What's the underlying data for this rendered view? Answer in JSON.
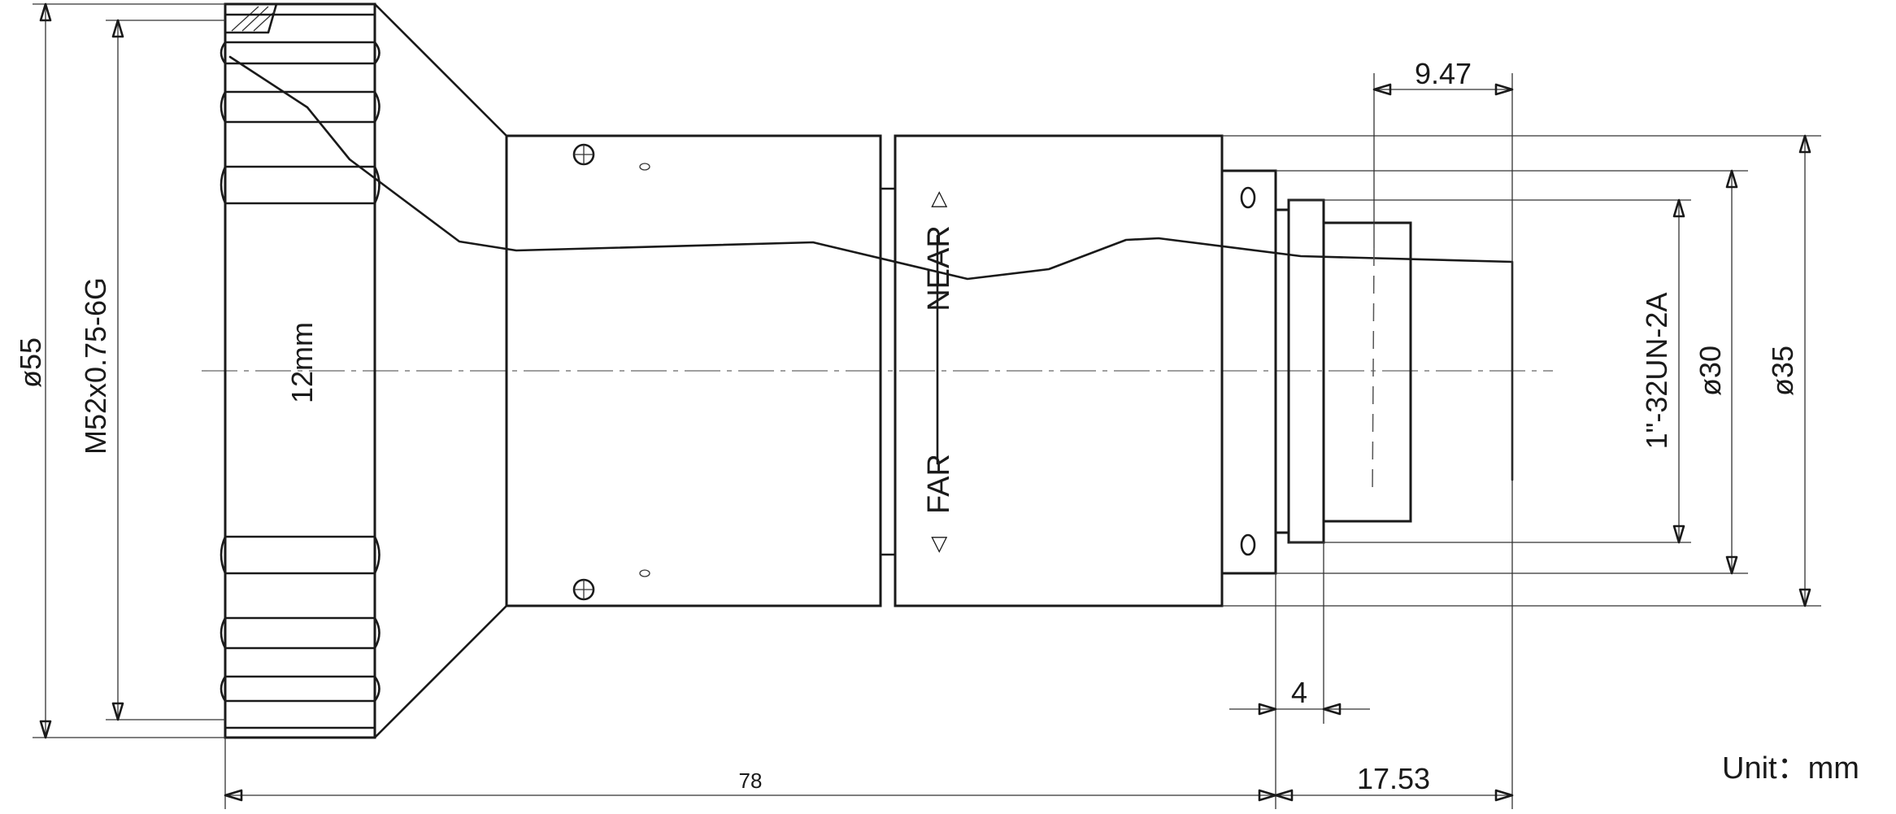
{
  "drawing": {
    "dimensions": {
      "outer_diameter": "ø55",
      "filter_thread": "M52x0.75-6G",
      "flange_width": "12mm",
      "total_length": "78",
      "flange_back": "17.53",
      "mount_width": "4",
      "rear_offset": "9.47",
      "mount_thread": "1\"-32UN-2A",
      "rear_diameter": "ø30",
      "mount_diameter": "ø35"
    },
    "focus_labels": {
      "near": "NEAR",
      "far": "FAR",
      "near_arrow": "▷",
      "far_arrow": "◁"
    },
    "unit_label": "Unit：mm",
    "colors": {
      "line": "#1a1a1a",
      "background": "#ffffff"
    }
  }
}
